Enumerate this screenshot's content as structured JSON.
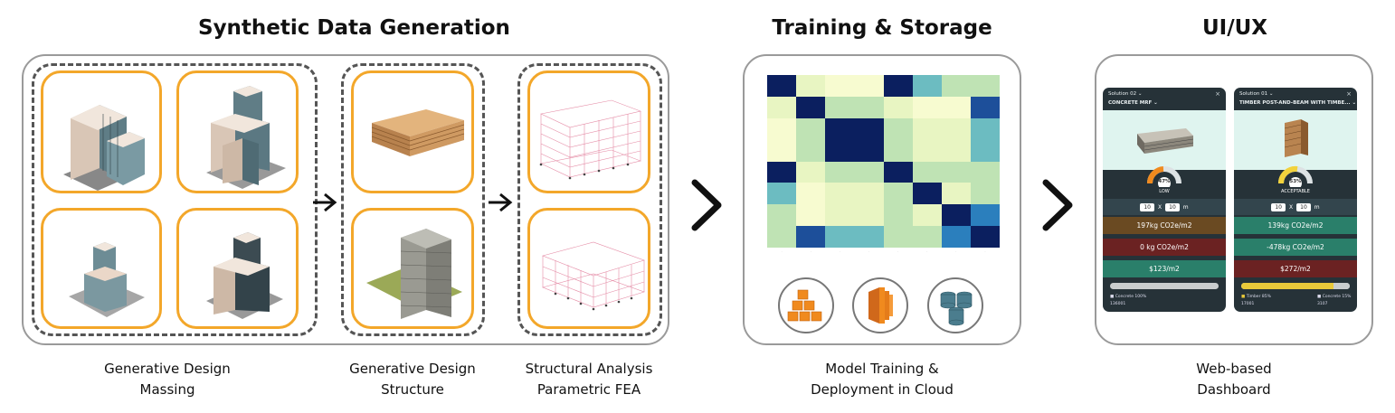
{
  "sections": {
    "synthetic": {
      "title": "Synthetic Data Generation"
    },
    "training": {
      "title": "Training &  Storage"
    },
    "uiux": {
      "title": "UI/UX"
    }
  },
  "captions": {
    "massing": [
      "Generative Design",
      "Massing"
    ],
    "structure": [
      "Generative Design",
      "Structure"
    ],
    "fea": [
      "Structural Analysis",
      "Parametric FEA"
    ],
    "cloud": [
      "Model Training &",
      "Deployment in Cloud"
    ],
    "dashboard": [
      "Web-based",
      "Dashboard"
    ]
  },
  "colors": {
    "tile_border": "#f3a72a",
    "panel_border": "#9a9a9a",
    "dash": "#555555"
  },
  "icons": [
    "right-arrow-icon",
    "chevron-right-icon",
    "aws-container-icon",
    "aws-compute-icon",
    "database-icon"
  ],
  "dashboard": {
    "left": {
      "solution": "Solution 02",
      "system": "CONCRETE MRF",
      "gauge_value": "47%",
      "rating": "LOW",
      "dim_a": "10",
      "dim_x": "X",
      "dim_b": "10",
      "dim_unit": "m",
      "embodied": "197kg CO2e/m2",
      "sequestered": "0 kg CO2e/m2",
      "cost": "$123/m2",
      "legend_label": "Concrete 100%",
      "legend_value": "136001"
    },
    "right": {
      "solution": "Solution 01",
      "system": "TIMBER POST-AND-BEAM WITH TIMBE...",
      "gauge_value": "53%",
      "rating": "ACCEPTABLE",
      "dim_a": "10",
      "dim_x": "X",
      "dim_b": "10",
      "dim_unit": "m",
      "embodied": "139kg CO2e/m2",
      "sequestered": "-478kg CO2e/m2",
      "cost": "$272/m2",
      "legend_label_a": "Timber 85%",
      "legend_label_b": "Concrete 15%",
      "legend_value_a": "17001",
      "legend_value_b": "3107"
    }
  }
}
